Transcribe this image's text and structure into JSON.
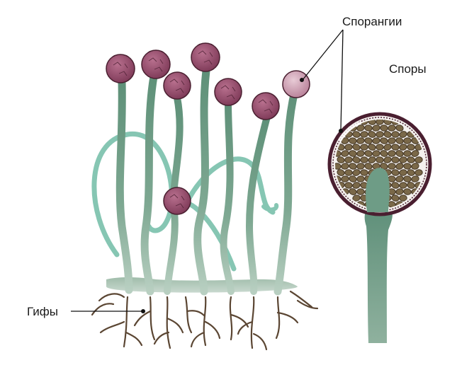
{
  "labels": {
    "sporangia": "Спорангии",
    "spores": "Споры",
    "hyphae": "Гифы"
  },
  "colors": {
    "stalk": "#6e9c86",
    "stalk_light": "#a6c3b2",
    "arching_hypha": "#7fc3b0",
    "sporangium": "#9a4f6c",
    "sporangium_light": "#c08aa0",
    "sporangium_wall": "#4a1f30",
    "spore": "#7a6848",
    "spore_outline": "#463826",
    "root": "#5a4632",
    "line": "#111111"
  },
  "icons": [
    "mold-colony",
    "sporangium-cross-section"
  ]
}
